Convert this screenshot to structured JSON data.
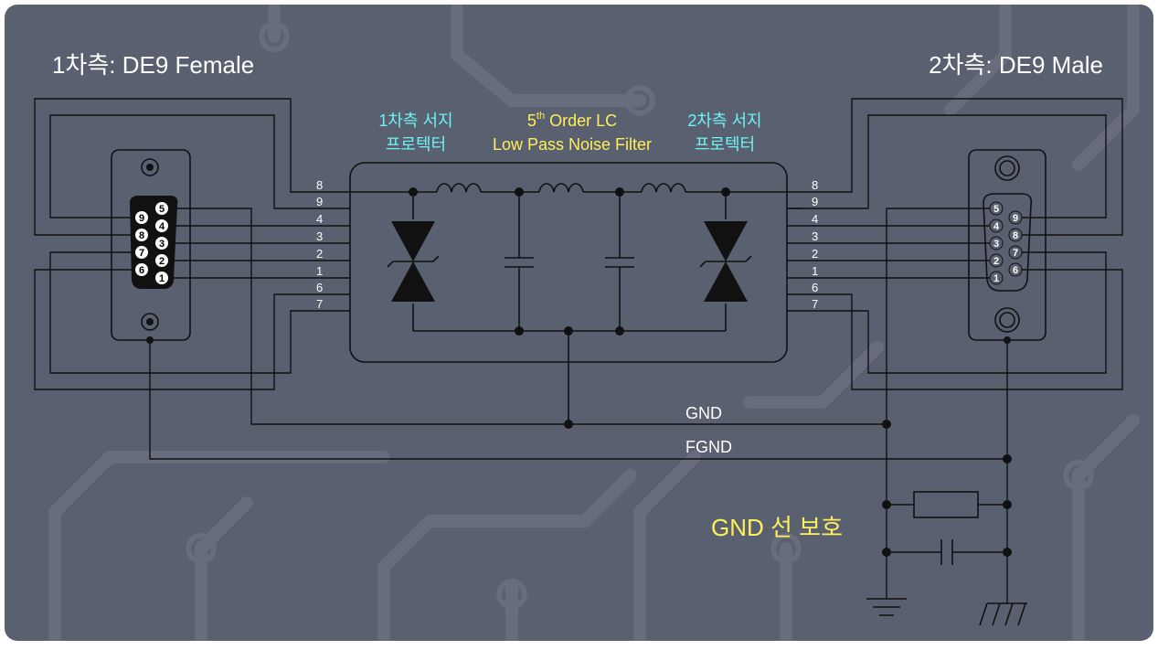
{
  "diagram": {
    "left_connector_title": "1차측: DE9 Female",
    "right_connector_title": "2차측: DE9 Male",
    "primary_protector": [
      "1차측 서지",
      "프로텍터"
    ],
    "filter_label": {
      "order": "5",
      "sup": "th",
      "rest": " Order LC",
      "line2": "Low Pass Noise Filter"
    },
    "secondary_protector": [
      "2차측 서지",
      "프로텍터"
    ],
    "wire_labels": [
      "8",
      "9",
      "4",
      "3",
      "2",
      "1",
      "6",
      "7"
    ],
    "female_pins": {
      "col1": [
        "9",
        "8",
        "7",
        "6"
      ],
      "col2": [
        "5",
        "4",
        "3",
        "2",
        "1"
      ]
    },
    "male_pins": {
      "col1": [
        "5",
        "4",
        "3",
        "2",
        "1"
      ],
      "col2": [
        "9",
        "8",
        "7",
        "6"
      ]
    },
    "gnd_label": "GND",
    "fgnd_label": "FGND",
    "gnd_protection_label": "GND 선 보호",
    "colors": {
      "background": "#59606f",
      "trace": "#666c7a",
      "wire": "#111111",
      "cyan": "#6ff2f2",
      "yellow": "#ffef5a"
    }
  }
}
